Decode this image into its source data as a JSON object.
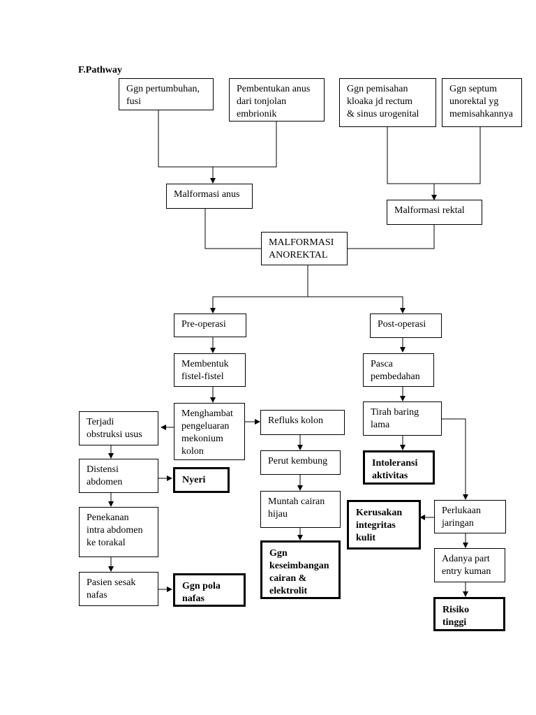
{
  "title": "F.Pathway",
  "nodes": {
    "ggn_pertumbuhan": "Ggn pertumbuhan,\nfusi",
    "pembentukan_anus": "Pembentukan anus\ndari tonjolan\nembrionik",
    "ggn_pemisahan": "Ggn pemisahan\nkloaka jd rectum\n& sinus urogenital",
    "ggn_septum": "Ggn septum\nunorektal yg\nmemisahkannya",
    "malformasi_anus": "Malformasi anus",
    "malformasi_rektal": "Malformasi rektal",
    "malformasi_anorektal": "MALFORMASI\nANOREKTAL",
    "pre_operasi": "Pre-operasi",
    "post_operasi": "Post-operasi",
    "membentuk_fistel": "Membentuk\nfistel-fistel",
    "pasca_pembedahan": "Pasca\npembedahan",
    "menghambat": "Menghambat\npengeluaran\nmekonium\nkolon",
    "terjadi_obstruksi": "Terjadi\nobstruksi usus",
    "refluks_kolon": "Refluks kolon",
    "tirah_baring": "Tirah baring\nlama",
    "intoleransi_aktivitas": "Intoleransi\naktivitas",
    "distensi_abdomen": "Distensi\nabdomen",
    "nyeri": "Nyeri",
    "perut_kembung": "Perut kembung",
    "muntah_cairan": "Muntah cairan\nhijau",
    "kerusakan_integritas": "Kerusakan\nintegritas\nkulit",
    "perlukaan_jaringan": "Perlukaan\njaringan",
    "penekanan": "Penekanan\nintra abdomen\nke torakal",
    "ggn_keseimbangan": "Ggn\nkeseimbangan\ncairan &\nelektrolit",
    "adanya_part": "Adanya part\nentry kuman",
    "pasien_sesak": "Pasien sesak\nnafas",
    "ggn_pola_nafas": "Ggn pola\nnafas",
    "risiko_tinggi": "Risiko\ntinggi"
  }
}
